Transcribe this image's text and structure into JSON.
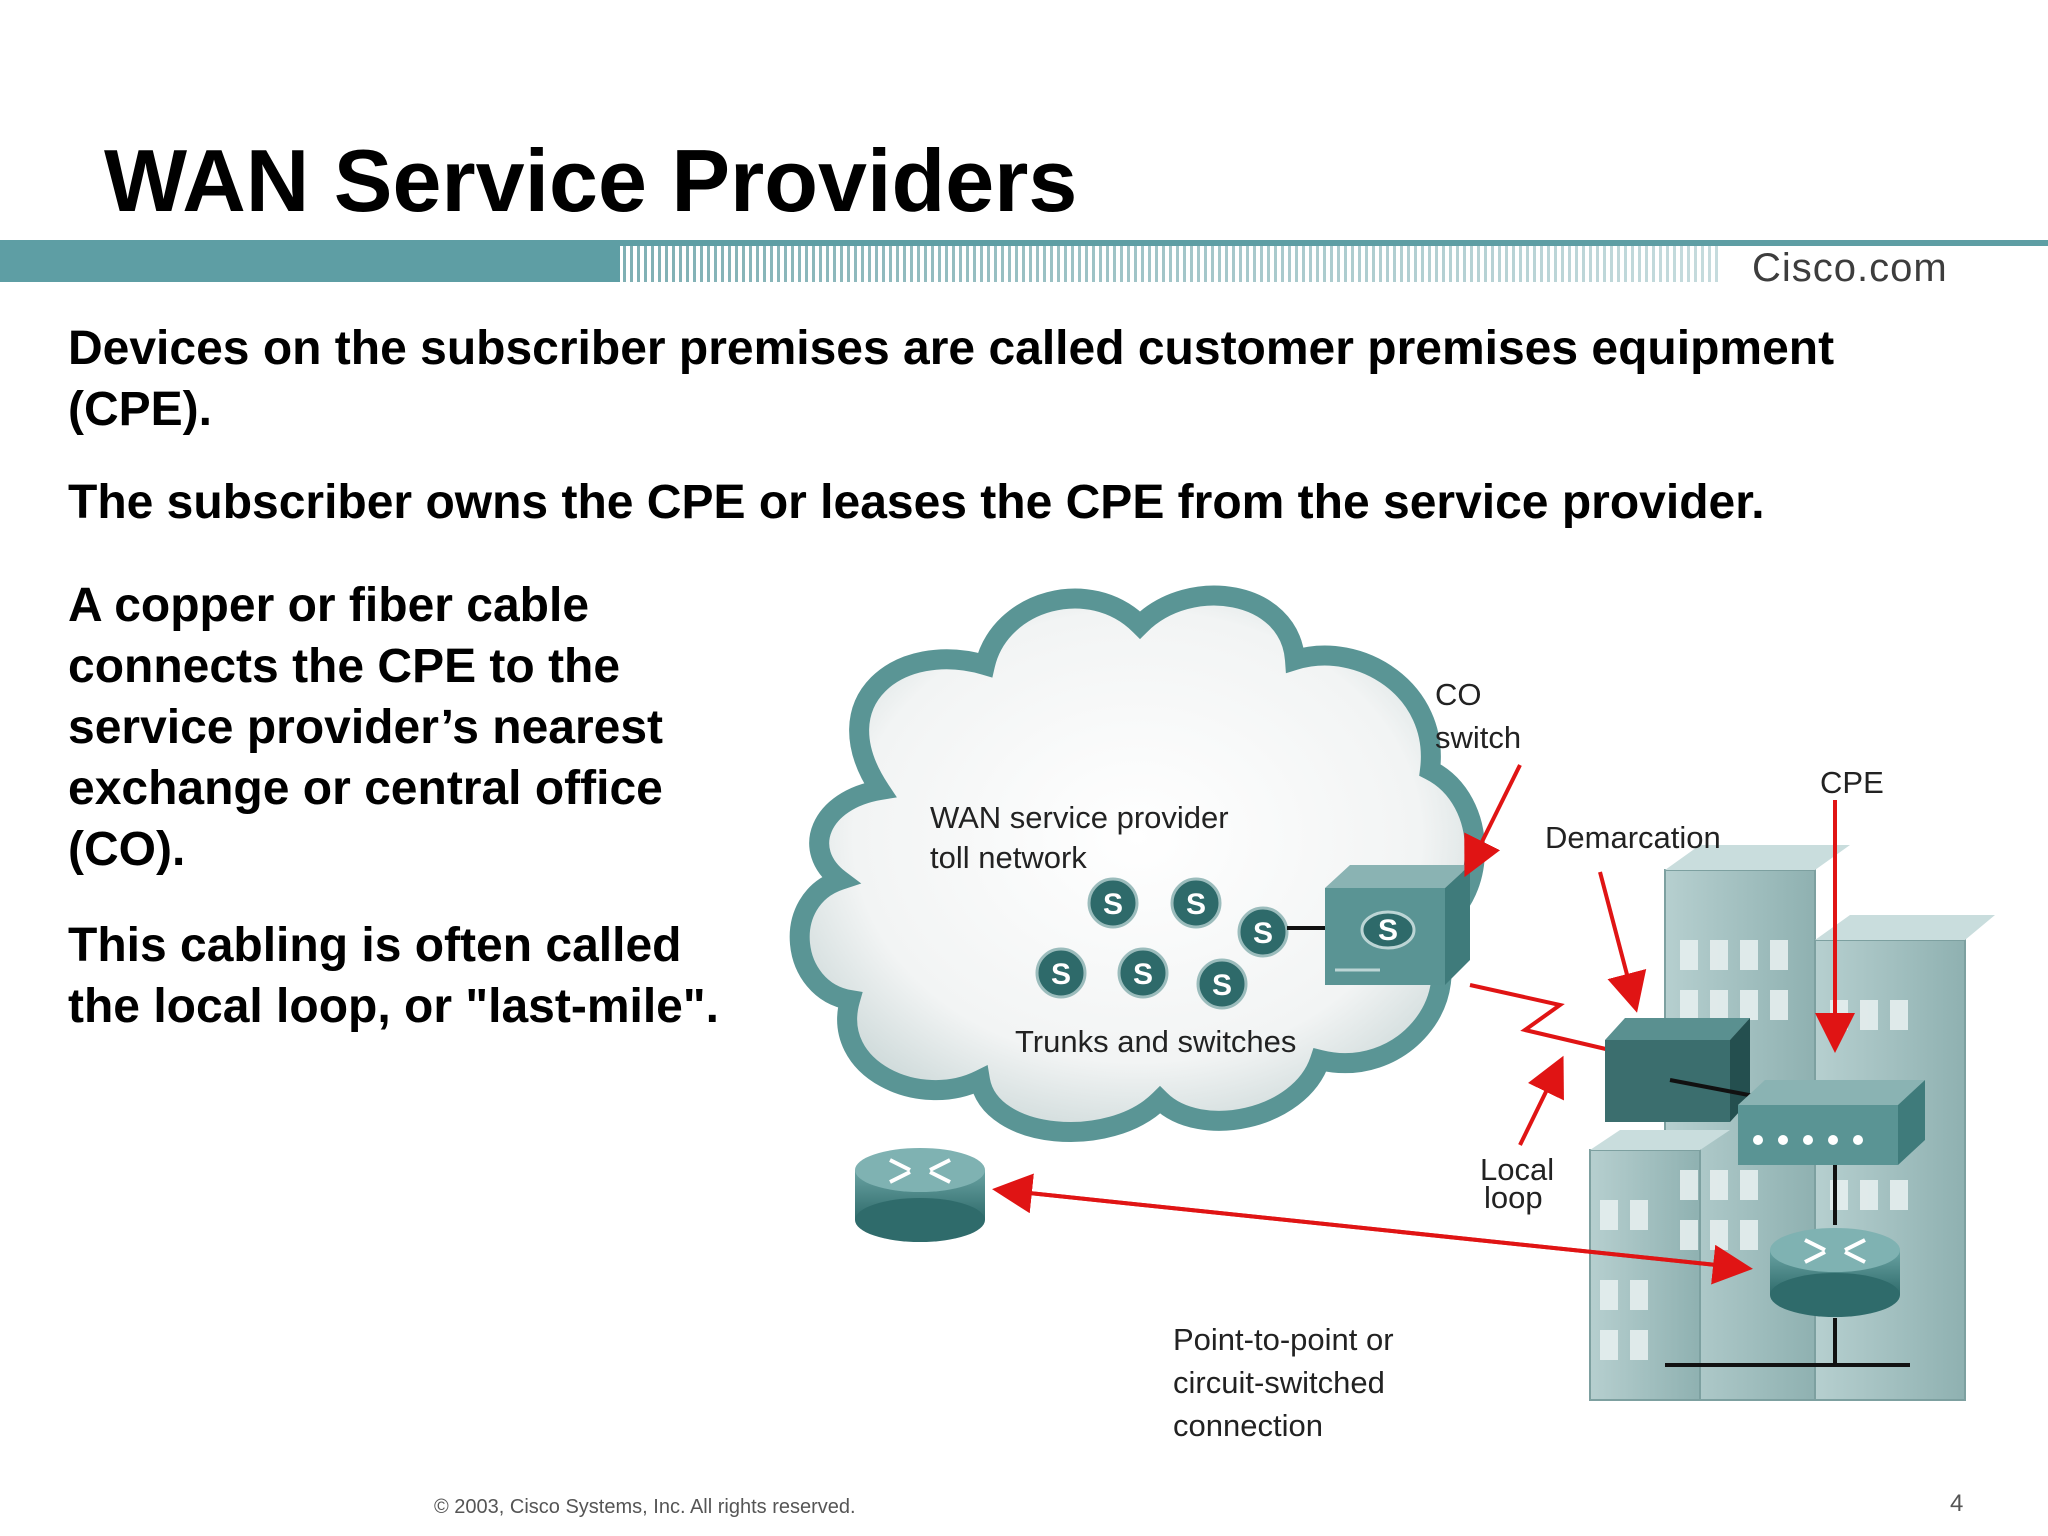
{
  "slide": {
    "title": "WAN Service Providers",
    "logo": "Cisco.com",
    "bullets": [
      "Devices on the subscriber premises are called customer premises equipment (CPE).",
      "The subscriber owns the CPE or leases the CPE from the service provider.",
      "A copper or fiber cable connects the CPE to the service provider’s nearest exchange or central office (CO).",
      "This cabling is often called the local loop, or \"last-mile\"."
    ],
    "footer": "© 2003, Cisco Systems, Inc. All rights reserved.",
    "page_number": "4"
  },
  "diagram": {
    "cloud_label_1": "WAN service provider",
    "cloud_label_2": "toll network",
    "trunks_label": "Trunks and switches",
    "switch_letter": "S",
    "co_label_1": "CO",
    "co_label_2": "switch",
    "cpe_label": "CPE",
    "demarcation_label": "Demarcation",
    "local_label_1": "Local",
    "local_label_2": "loop",
    "ptp_label_1": "Point-to-point or",
    "ptp_label_2": "circuit-switched",
    "ptp_label_3": "connection",
    "colors": {
      "teal": "#4a8c8c",
      "dark_teal": "#2e6a6a",
      "arrow_red": "#e01414",
      "building": "#a9c4c4"
    }
  }
}
